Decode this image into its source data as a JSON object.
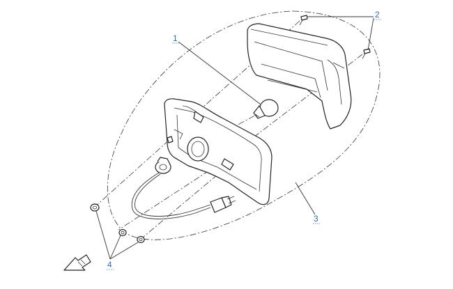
{
  "callouts": [
    {
      "id": "1",
      "label": "1"
    },
    {
      "id": "2",
      "label": "2"
    },
    {
      "id": "3",
      "label": "3"
    },
    {
      "id": "4",
      "label": "4"
    }
  ],
  "colors": {
    "callout": "#2f6fb0",
    "line": "#222222",
    "background": "#ffffff"
  },
  "icons": {
    "orientation_arrow": "front-direction-arrow-icon"
  }
}
